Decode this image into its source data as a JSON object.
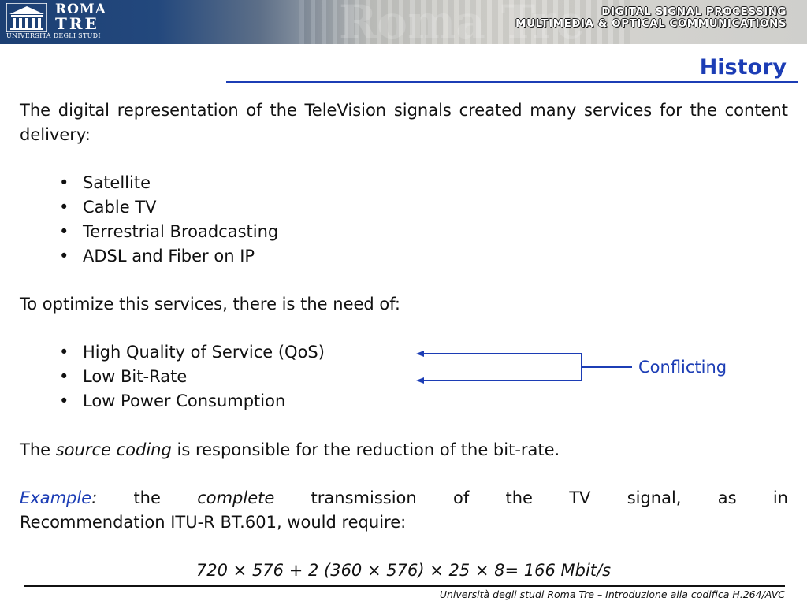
{
  "header": {
    "logo_roma": "ROMA",
    "logo_tre": "TRE",
    "logo_university": "UNIVERSITÀ DEGLI STUDI",
    "line1": "DIGITAL SIGNAL PROCESSING",
    "line2": "MULTIMEDIA & OPTICAL  COMMUNICATIONS",
    "watermark": "Roma Tre"
  },
  "slide": {
    "title": "History",
    "intro": "The digital representation of the TeleVision signals created many services for the content delivery:",
    "services": [
      "Satellite",
      "Cable TV",
      "Terrestrial Broadcasting",
      "ADSL and Fiber on IP"
    ],
    "optimize_text": "To optimize this services, there is the need of:",
    "needs": [
      "High Quality of Service (QoS)",
      "Low Bit-Rate",
      "Low Power Consumption"
    ],
    "conflicting_label": "Conflicting",
    "source_coding": {
      "pre": "The ",
      "term": "source coding",
      "post": " is responsible for the reduction of the bit-rate."
    },
    "example": {
      "label": "Example",
      "colon": ":",
      "words": [
        "the",
        "complete",
        "transmission",
        "of",
        "the",
        "TV",
        "signal,",
        "as",
        "in"
      ],
      "line2": "Recommendation ITU-R BT.601, would require:"
    },
    "formula": "720 × 576 + 2 (360 × 576) × 25 × 8= 166 Mbit/s"
  },
  "footer": {
    "text": "Università degli studi Roma Tre – Introduzione alla codifica H.264/AVC"
  },
  "colors": {
    "accent": "#1c3db5",
    "banner_dark": "#1c3f73"
  }
}
